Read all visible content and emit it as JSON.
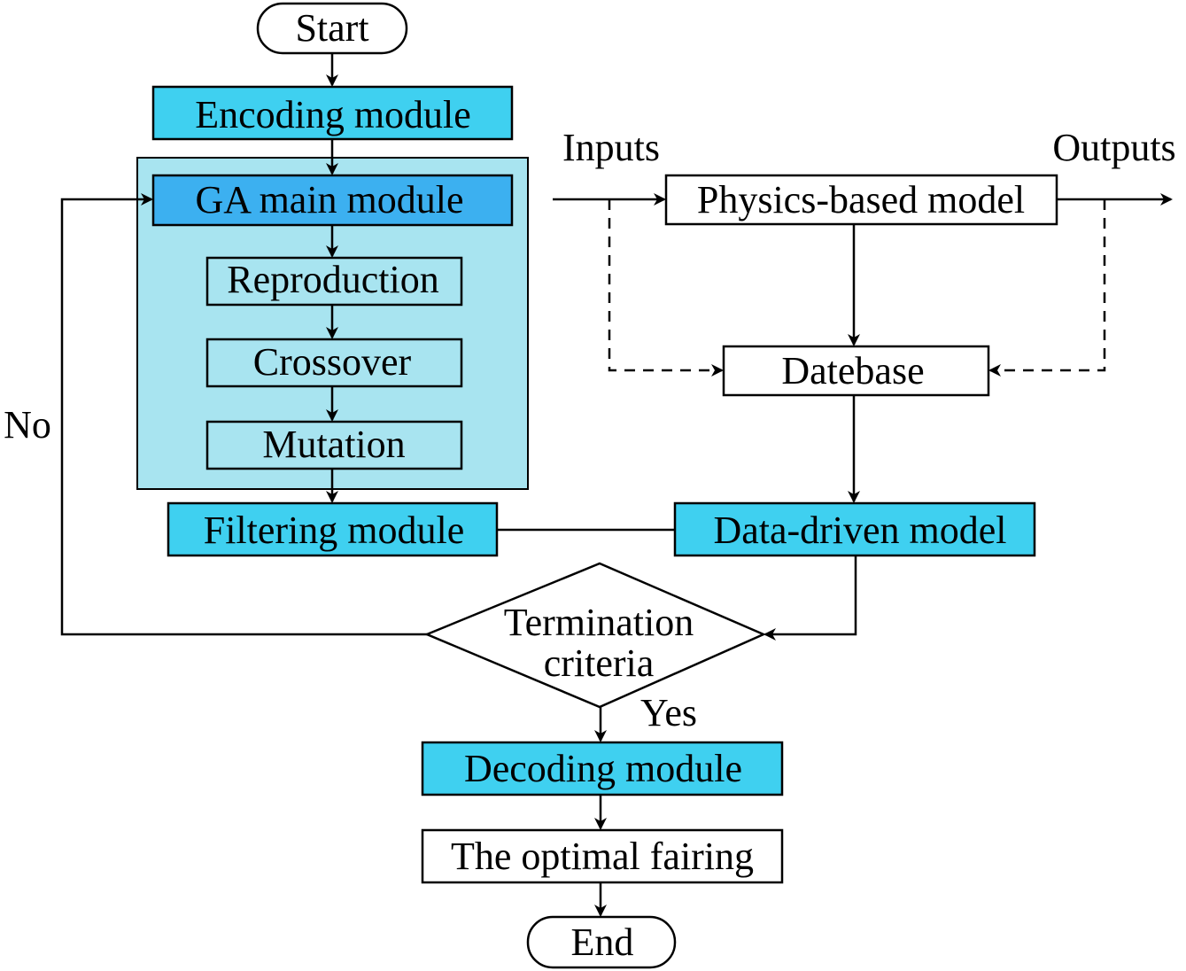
{
  "colors": {
    "module_fill": "#3fd0f0",
    "module_dark_fill": "#3cb0f0",
    "group_fill": "#a8e4f0",
    "plain_fill": "#ffffff",
    "stroke": "#000000"
  },
  "nodes": {
    "start": "Start",
    "encoding": "Encoding module",
    "ga_main": "GA main module",
    "reproduction": "Reproduction",
    "crossover": "Crossover",
    "mutation": "Mutation",
    "filtering": "Filtering module",
    "physics_model": "Physics-based model",
    "database": "Datebase",
    "data_driven": "Data-driven model",
    "termination_line1": "Termination",
    "termination_line2": "criteria",
    "decoding": "Decoding module",
    "optimal": "The optimal fairing",
    "end": "End"
  },
  "edge_labels": {
    "inputs": "Inputs",
    "outputs": "Outputs",
    "no": "No",
    "yes": "Yes"
  }
}
